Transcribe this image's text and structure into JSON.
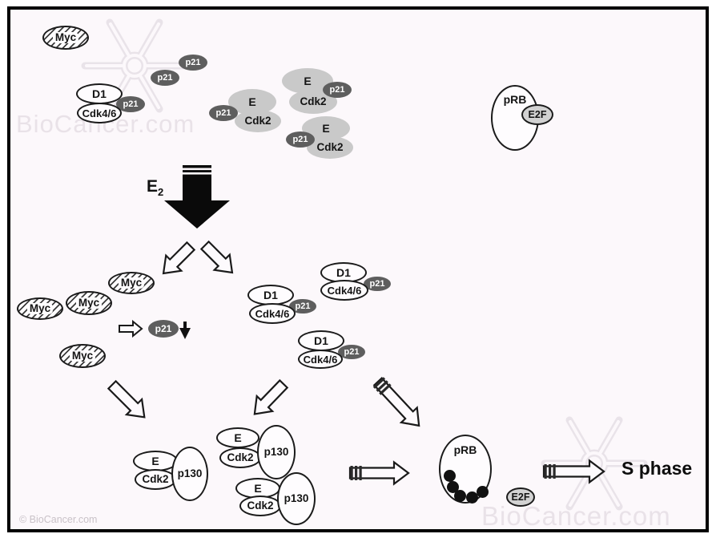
{
  "diagram": {
    "labels": {
      "myc": "Myc",
      "p21": "p21",
      "d1": "D1",
      "cdk46": "Cdk4/6",
      "cyclin_e": "E",
      "cdk2": "Cdk2",
      "p130": "p130",
      "prb": "pRB",
      "e2f": "E2F",
      "e2_base": "E",
      "e2_sub": "2",
      "s_phase": "S phase"
    },
    "prb_phospho_dots": 5,
    "colors": {
      "background": "#fcf8fb",
      "frame_border": "#000000",
      "p21_fill": "#5e5e5e",
      "p21_text": "#ffffff",
      "light_complex_fill": "#c9c9c9",
      "e2f_fill": "#d2d2d2",
      "phospho_dot": "#111111"
    },
    "watermark": {
      "site": "BioCancer.com",
      "copyright": "© BioCancer.com"
    }
  }
}
